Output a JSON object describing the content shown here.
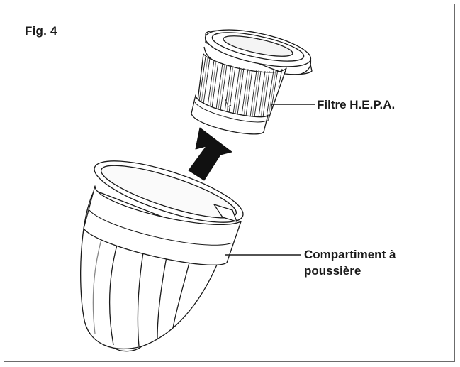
{
  "figure": {
    "label": "Fig. 4"
  },
  "callouts": {
    "filter": "Filtre H.E.P.A.",
    "dust_bin_line1": "Compartiment à",
    "dust_bin_line2": "poussière"
  },
  "icons": {
    "filter": "hepa-filter-icon",
    "arrow": "insert-arrow-icon",
    "dust_bin": "dust-compartment-icon"
  },
  "colors": {
    "stroke": "#1a1a1a",
    "frame": "#6b6b6b",
    "arrow": "#111111"
  }
}
